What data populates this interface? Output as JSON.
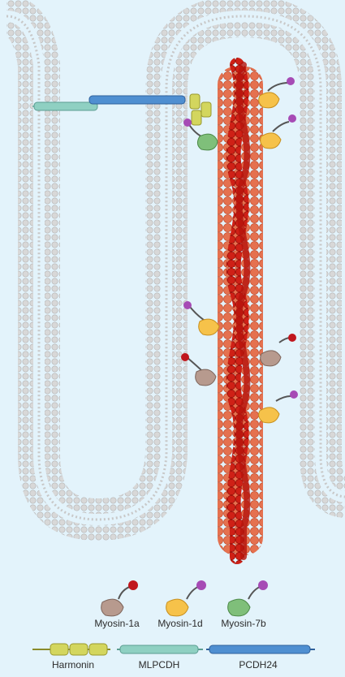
{
  "legend": {
    "myosin_1a": {
      "label": "Myosin-1a",
      "color": "#b79a8e",
      "head_color": "#c0161d"
    },
    "myosin_1d": {
      "label": "Myosin-1d",
      "color": "#f6c24a",
      "head_color": "#a64bb5"
    },
    "myosin_7b": {
      "label": "Myosin-7b",
      "color": "#7fbf7a",
      "head_color": "#a64bb5"
    },
    "harmonin": {
      "label": "Harmonin",
      "color": "#c9cc5c"
    },
    "mlpcdh": {
      "label": "MLPCDH",
      "color": "#8fd0c2"
    },
    "pcdh24": {
      "label": "PCDH24",
      "color": "#4f8fd1"
    }
  },
  "colors": {
    "background": "#e3f3fb",
    "membrane": "#cfcfcf",
    "actin_light": "#e06a4a",
    "actin_dark": "#c01a10"
  }
}
